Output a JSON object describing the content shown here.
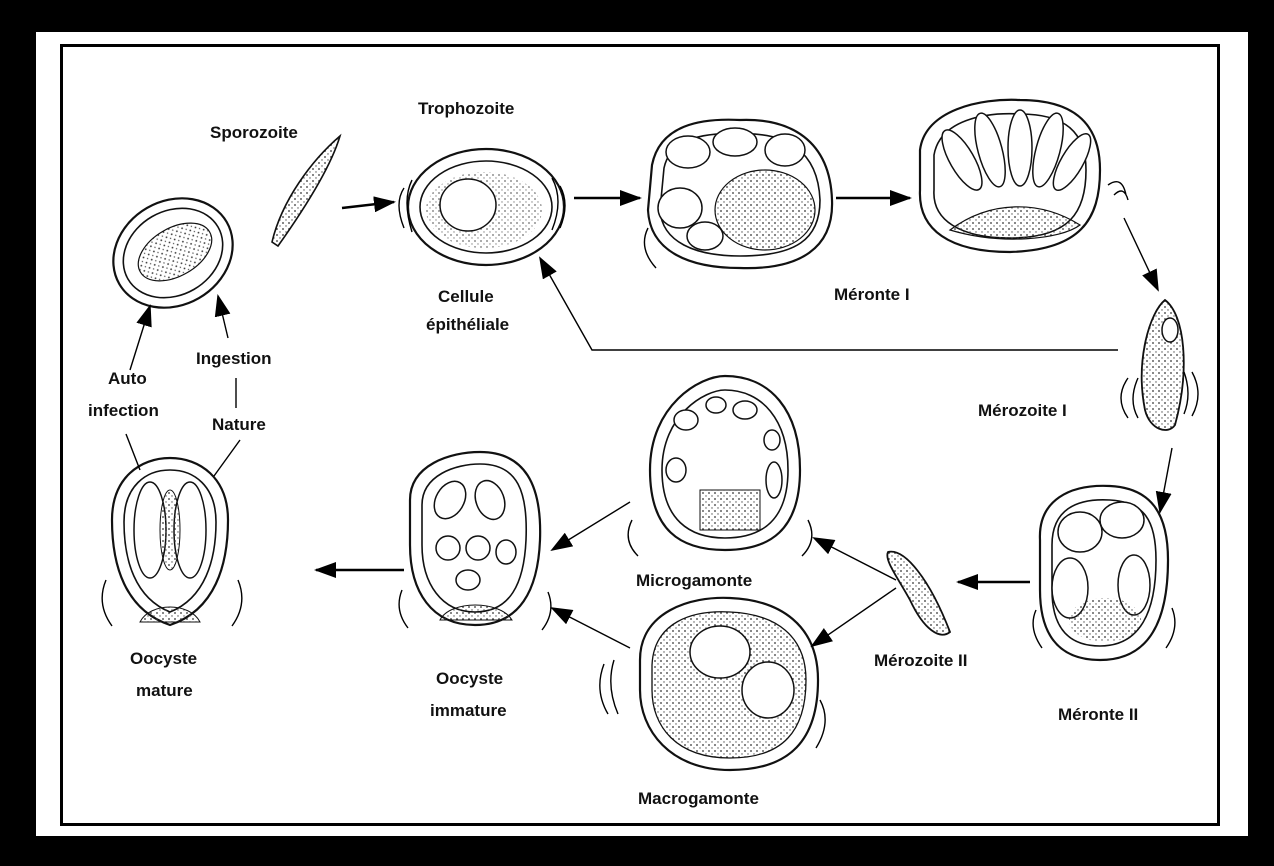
{
  "labels": {
    "sporozoite": "Sporozoite",
    "trophozoite": "Trophozoite",
    "cellule": "Cellule",
    "epitheliale": "épithéliale",
    "meronte_1": "Méronte I",
    "merozoite_1": "Mérozoite I",
    "meronte_2": "Méronte II",
    "merozoite_2": "Mérozoite II",
    "microgamonte": "Microgamonte",
    "macrogamonte": "Macrogamonte",
    "oocyste_immature_1": "Oocyste",
    "oocyste_immature_2": "immature",
    "oocyste_mature_1": "Oocyste",
    "oocyste_mature_2": "mature",
    "auto_1": "Auto",
    "auto_2": "infection",
    "ingestion": "Ingestion",
    "nature": "Nature"
  },
  "colors": {
    "frame": "#000000",
    "background": "#ffffff",
    "ink": "#111111"
  }
}
